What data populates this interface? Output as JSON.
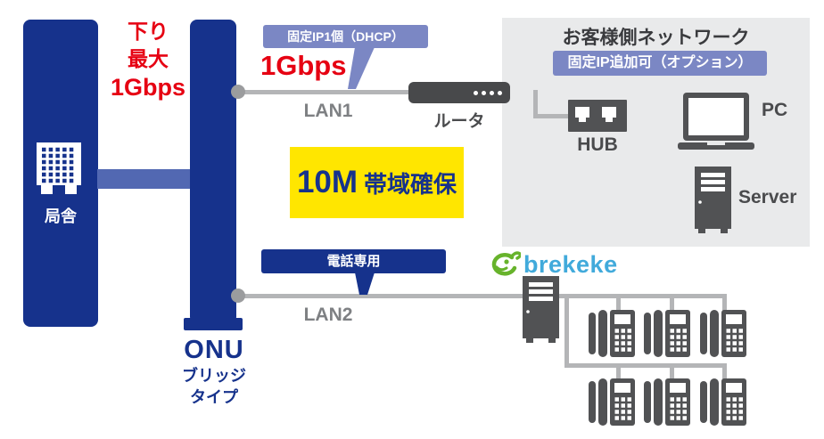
{
  "colors": {
    "navy": "#16328C",
    "connector_blue": "#5268B2",
    "lavender_badge": "#7B87C4",
    "accent_red": "#E60012",
    "highlight_yellow": "#FFE600",
    "line_gray": "#B4B5B7",
    "icon_gray": "#515254",
    "customer_box_bg": "#E9EAEB",
    "brekeke_green": "#67B32B",
    "brekeke_blue": "#41AADB"
  },
  "central_office": {
    "label": "局舎"
  },
  "downlink_note": {
    "line1": "下り",
    "line2": "最大",
    "line3": "1Gbps"
  },
  "onu": {
    "name": "ONU",
    "type_line1": "ブリッジ",
    "type_line2": "タイプ"
  },
  "lan1": {
    "badge": "固定IP1個（DHCP）",
    "speed": "1Gbps",
    "label": "LAN1",
    "router_label": "ルータ"
  },
  "bandwidth_note": {
    "value": "10M",
    "label": "帯域確保"
  },
  "customer_network": {
    "title": "お客様側ネットワーク",
    "badge": "固定IP追加可（オプション）",
    "hub_label": "HUB",
    "pc_label": "PC",
    "server_label": "Server"
  },
  "lan2": {
    "badge": "電話専用",
    "label": "LAN2",
    "brekeke_logo": "brekeke"
  }
}
